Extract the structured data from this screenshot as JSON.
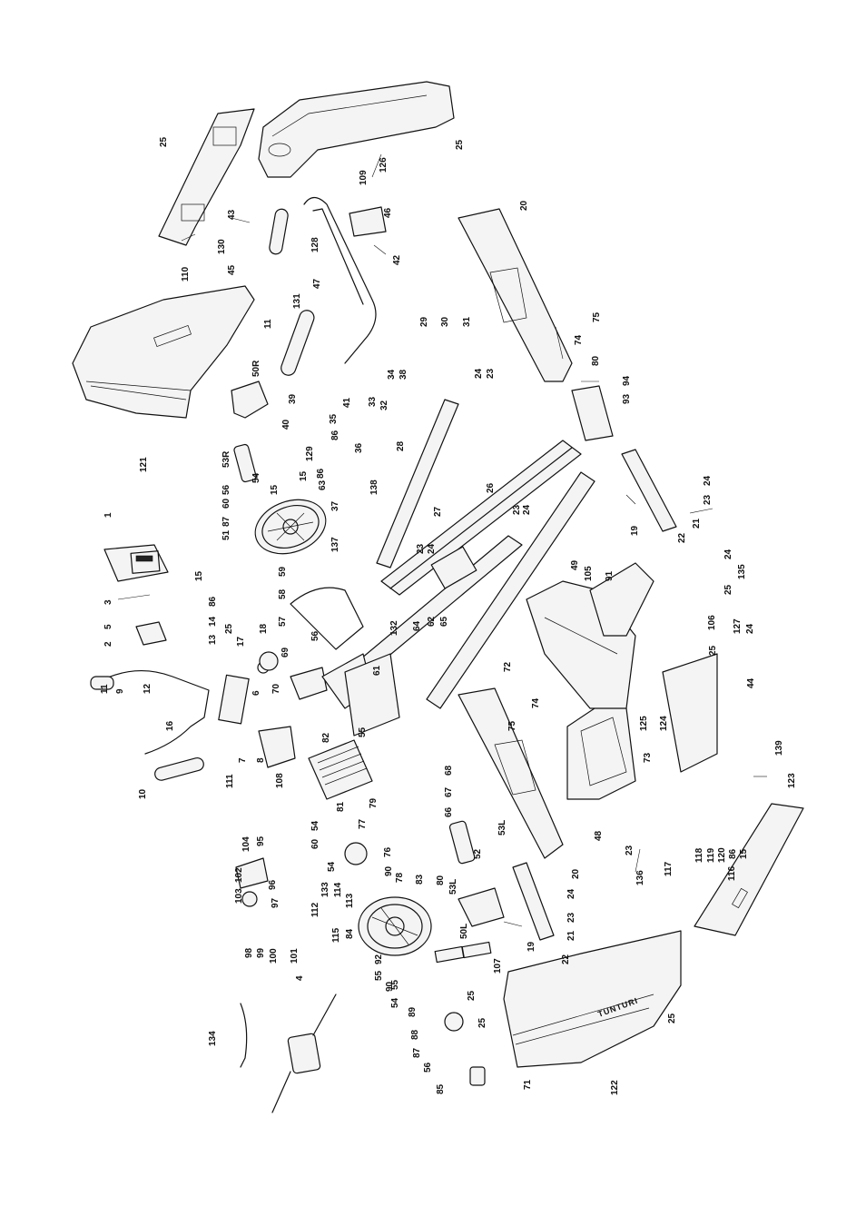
{
  "diagram": {
    "brand_text": "TUNTURI",
    "callouts": [
      {
        "id": "c1",
        "label": "1"
      },
      {
        "id": "c2",
        "label": "2"
      },
      {
        "id": "c3",
        "label": "3"
      },
      {
        "id": "c4",
        "label": "4"
      },
      {
        "id": "c5",
        "label": "5"
      },
      {
        "id": "c6",
        "label": "6"
      },
      {
        "id": "c7",
        "label": "7"
      },
      {
        "id": "c8",
        "label": "8"
      },
      {
        "id": "c9",
        "label": "9"
      },
      {
        "id": "c10",
        "label": "10"
      },
      {
        "id": "c11a",
        "label": "11"
      },
      {
        "id": "c11b",
        "label": "11"
      },
      {
        "id": "c12",
        "label": "12"
      },
      {
        "id": "c13",
        "label": "13"
      },
      {
        "id": "c14",
        "label": "14"
      },
      {
        "id": "c15a",
        "label": "15"
      },
      {
        "id": "c15b",
        "label": "15"
      },
      {
        "id": "c15c",
        "label": "15"
      },
      {
        "id": "c15d",
        "label": "15"
      },
      {
        "id": "c16",
        "label": "16"
      },
      {
        "id": "c17",
        "label": "17"
      },
      {
        "id": "c18",
        "label": "18"
      },
      {
        "id": "c19a",
        "label": "19"
      },
      {
        "id": "c19b",
        "label": "19"
      },
      {
        "id": "c20a",
        "label": "20"
      },
      {
        "id": "c20b",
        "label": "20"
      },
      {
        "id": "c21a",
        "label": "21"
      },
      {
        "id": "c21b",
        "label": "21"
      },
      {
        "id": "c22a",
        "label": "22"
      },
      {
        "id": "c22b",
        "label": "22"
      },
      {
        "id": "c23a",
        "label": "23"
      },
      {
        "id": "c23b",
        "label": "23"
      },
      {
        "id": "c23c",
        "label": "23"
      },
      {
        "id": "c23d",
        "label": "23"
      },
      {
        "id": "c23e",
        "label": "23"
      },
      {
        "id": "c23f",
        "label": "23"
      },
      {
        "id": "c24a",
        "label": "24"
      },
      {
        "id": "c24b",
        "label": "24"
      },
      {
        "id": "c24c",
        "label": "24"
      },
      {
        "id": "c24d",
        "label": "24"
      },
      {
        "id": "c24e",
        "label": "24"
      },
      {
        "id": "c24f",
        "label": "24"
      },
      {
        "id": "c24g",
        "label": "24"
      },
      {
        "id": "c25a",
        "label": "25"
      },
      {
        "id": "c25b",
        "label": "25"
      },
      {
        "id": "c25c",
        "label": "25"
      },
      {
        "id": "c25d",
        "label": "25"
      },
      {
        "id": "c25e",
        "label": "25"
      },
      {
        "id": "c25f",
        "label": "25"
      },
      {
        "id": "c25g",
        "label": "25"
      },
      {
        "id": "c26",
        "label": "26"
      },
      {
        "id": "c27",
        "label": "27"
      },
      {
        "id": "c28",
        "label": "28"
      },
      {
        "id": "c29",
        "label": "29"
      },
      {
        "id": "c30",
        "label": "30"
      },
      {
        "id": "c31",
        "label": "31"
      },
      {
        "id": "c32",
        "label": "32"
      },
      {
        "id": "c33",
        "label": "33"
      },
      {
        "id": "c34",
        "label": "34"
      },
      {
        "id": "c35",
        "label": "35"
      },
      {
        "id": "c36",
        "label": "36"
      },
      {
        "id": "c37",
        "label": "37"
      },
      {
        "id": "c38",
        "label": "38"
      },
      {
        "id": "c39",
        "label": "39"
      },
      {
        "id": "c40",
        "label": "40"
      },
      {
        "id": "c41",
        "label": "41"
      },
      {
        "id": "c42",
        "label": "42"
      },
      {
        "id": "c43",
        "label": "43"
      },
      {
        "id": "c44",
        "label": "44"
      },
      {
        "id": "c45",
        "label": "45"
      },
      {
        "id": "c46",
        "label": "46"
      },
      {
        "id": "c47",
        "label": "47"
      },
      {
        "id": "c48",
        "label": "48"
      },
      {
        "id": "c49",
        "label": "49"
      },
      {
        "id": "c50L",
        "label": "50L"
      },
      {
        "id": "c50R",
        "label": "50R"
      },
      {
        "id": "c51",
        "label": "51"
      },
      {
        "id": "c52",
        "label": "52"
      },
      {
        "id": "c53L",
        "label": "53L"
      },
      {
        "id": "c53Lb",
        "label": "53L"
      },
      {
        "id": "c53R",
        "label": "53R"
      },
      {
        "id": "c54a",
        "label": "54"
      },
      {
        "id": "c54b",
        "label": "54"
      },
      {
        "id": "c54c",
        "label": "54"
      },
      {
        "id": "c54d",
        "label": "54"
      },
      {
        "id": "c55a",
        "label": "55"
      },
      {
        "id": "c55b",
        "label": "55"
      },
      {
        "id": "c55c",
        "label": "55"
      },
      {
        "id": "c56a",
        "label": "56"
      },
      {
        "id": "c56b",
        "label": "56"
      },
      {
        "id": "c56c",
        "label": "56"
      },
      {
        "id": "c57",
        "label": "57"
      },
      {
        "id": "c58",
        "label": "58"
      },
      {
        "id": "c59",
        "label": "59"
      },
      {
        "id": "c60a",
        "label": "60"
      },
      {
        "id": "c60b",
        "label": "60"
      },
      {
        "id": "c61",
        "label": "61"
      },
      {
        "id": "c62",
        "label": "62"
      },
      {
        "id": "c63",
        "label": "63"
      },
      {
        "id": "c64",
        "label": "64"
      },
      {
        "id": "c65",
        "label": "65"
      },
      {
        "id": "c66",
        "label": "66"
      },
      {
        "id": "c67",
        "label": "67"
      },
      {
        "id": "c68",
        "label": "68"
      },
      {
        "id": "c69",
        "label": "69"
      },
      {
        "id": "c70",
        "label": "70"
      },
      {
        "id": "c71",
        "label": "71"
      },
      {
        "id": "c72",
        "label": "72"
      },
      {
        "id": "c73",
        "label": "73"
      },
      {
        "id": "c74a",
        "label": "74"
      },
      {
        "id": "c74b",
        "label": "74"
      },
      {
        "id": "c75a",
        "label": "75"
      },
      {
        "id": "c75b",
        "label": "75"
      },
      {
        "id": "c76",
        "label": "76"
      },
      {
        "id": "c77",
        "label": "77"
      },
      {
        "id": "c78",
        "label": "78"
      },
      {
        "id": "c79",
        "label": "79"
      },
      {
        "id": "c80a",
        "label": "80"
      },
      {
        "id": "c80b",
        "label": "80"
      },
      {
        "id": "c81",
        "label": "81"
      },
      {
        "id": "c82",
        "label": "82"
      },
      {
        "id": "c83",
        "label": "83"
      },
      {
        "id": "c84",
        "label": "84"
      },
      {
        "id": "c85",
        "label": "85"
      },
      {
        "id": "c86a",
        "label": "86"
      },
      {
        "id": "c86b",
        "label": "86"
      },
      {
        "id": "c86c",
        "label": "86"
      },
      {
        "id": "c86d",
        "label": "86"
      },
      {
        "id": "c87a",
        "label": "87"
      },
      {
        "id": "c87b",
        "label": "87"
      },
      {
        "id": "c88",
        "label": "88"
      },
      {
        "id": "c89",
        "label": "89"
      },
      {
        "id": "c90a",
        "label": "90"
      },
      {
        "id": "c90b",
        "label": "90"
      },
      {
        "id": "c91",
        "label": "91"
      },
      {
        "id": "c92",
        "label": "92"
      },
      {
        "id": "c93",
        "label": "93"
      },
      {
        "id": "c94",
        "label": "94"
      },
      {
        "id": "c95",
        "label": "95"
      },
      {
        "id": "c96",
        "label": "96"
      },
      {
        "id": "c97",
        "label": "97"
      },
      {
        "id": "c98",
        "label": "98"
      },
      {
        "id": "c99",
        "label": "99"
      },
      {
        "id": "c100",
        "label": "100"
      },
      {
        "id": "c101",
        "label": "101"
      },
      {
        "id": "c102",
        "label": "102"
      },
      {
        "id": "c103",
        "label": "103"
      },
      {
        "id": "c104",
        "label": "104"
      },
      {
        "id": "c105",
        "label": "105"
      },
      {
        "id": "c106",
        "label": "106"
      },
      {
        "id": "c107",
        "label": "107"
      },
      {
        "id": "c108",
        "label": "108"
      },
      {
        "id": "c109",
        "label": "109"
      },
      {
        "id": "c110",
        "label": "110"
      },
      {
        "id": "c111",
        "label": "111"
      },
      {
        "id": "c112",
        "label": "112"
      },
      {
        "id": "c113",
        "label": "113"
      },
      {
        "id": "c114",
        "label": "114"
      },
      {
        "id": "c115",
        "label": "115"
      },
      {
        "id": "c116",
        "label": "116"
      },
      {
        "id": "c117",
        "label": "117"
      },
      {
        "id": "c118",
        "label": "118"
      },
      {
        "id": "c119",
        "label": "119"
      },
      {
        "id": "c120",
        "label": "120"
      },
      {
        "id": "c121",
        "label": "121"
      },
      {
        "id": "c122",
        "label": "122"
      },
      {
        "id": "c123",
        "label": "123"
      },
      {
        "id": "c124",
        "label": "124"
      },
      {
        "id": "c125",
        "label": "125"
      },
      {
        "id": "c126",
        "label": "126"
      },
      {
        "id": "c127",
        "label": "127"
      },
      {
        "id": "c128",
        "label": "128"
      },
      {
        "id": "c129",
        "label": "129"
      },
      {
        "id": "c130",
        "label": "130"
      },
      {
        "id": "c131",
        "label": "131"
      },
      {
        "id": "c132",
        "label": "132"
      },
      {
        "id": "c133",
        "label": "133"
      },
      {
        "id": "c134",
        "label": "134"
      },
      {
        "id": "c135",
        "label": "135"
      },
      {
        "id": "c136",
        "label": "136"
      },
      {
        "id": "c137",
        "label": "137"
      },
      {
        "id": "c138",
        "label": "138"
      },
      {
        "id": "c139",
        "label": "139"
      }
    ]
  }
}
